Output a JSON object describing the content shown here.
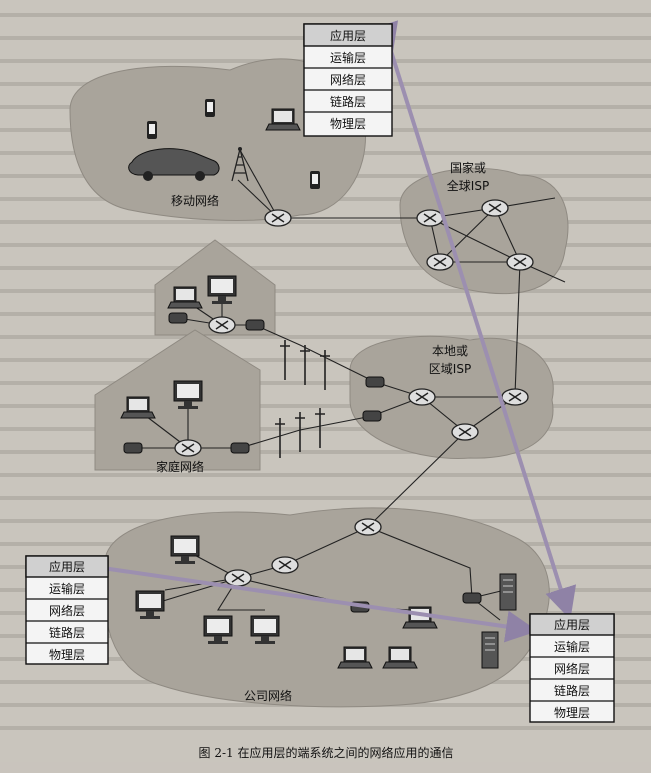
{
  "regions": {
    "mobile": "移动网络",
    "isp_global_1": "国家或",
    "isp_global_2": "全球ISP",
    "isp_local_1": "本地或",
    "isp_local_2": "区域ISP",
    "home": "家庭网络",
    "enterprise": "公司网络"
  },
  "stack_top": [
    "应用层",
    "运输层",
    "网络层",
    "链路层",
    "物理层"
  ],
  "stack_left": [
    "应用层",
    "运输层",
    "网络层",
    "链路层",
    "物理层"
  ],
  "stack_right": [
    "应用层",
    "运输层",
    "网络层",
    "链路层",
    "物理层"
  ],
  "caption": "图 2-1   在应用层的端系统之间的网络应用的通信",
  "colors": {
    "page": "#c9c5bd",
    "cloud": "#a9a49b",
    "stack_header": "#d0d0d0",
    "stack_body": "#f4f4f4",
    "arrow": "#9c8fb0"
  }
}
